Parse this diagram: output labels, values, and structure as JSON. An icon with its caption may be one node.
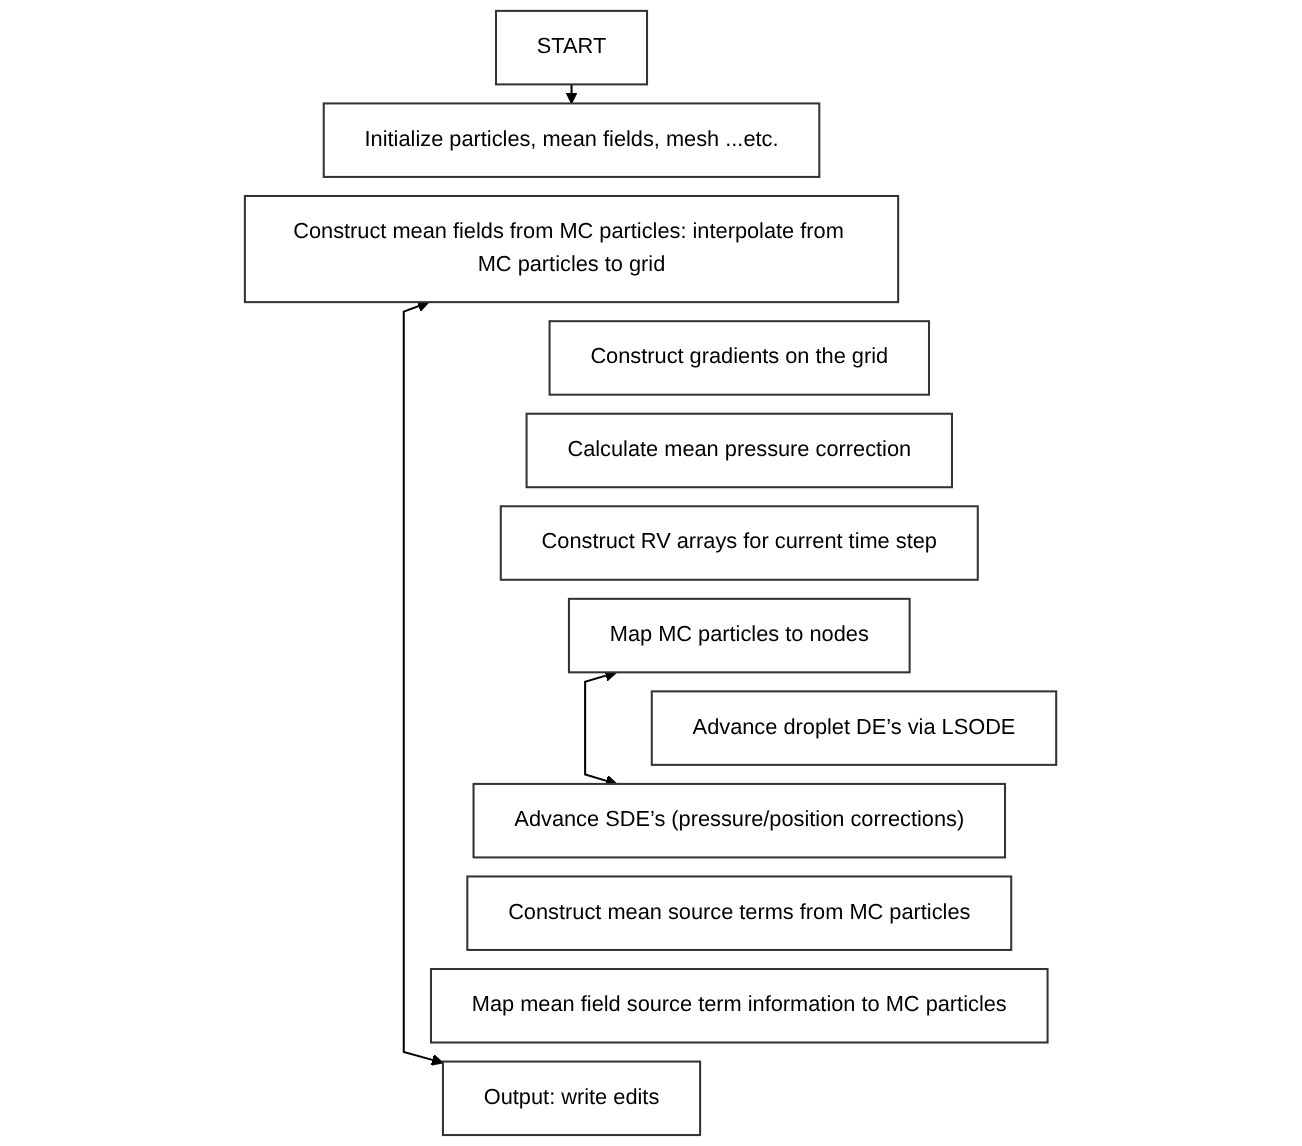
{
  "diagram": {
    "nodes": [
      {
        "text": [
          "START"
        ]
      },
      {
        "text": [
          "Initialize particles, mean fields, mesh ...etc."
        ]
      },
      {
        "text": [
          "Construct mean fields from MC particles: interpolate from MC particles to grid"
        ]
      },
      {
        "text": [
          "Construct gradients on the grid"
        ]
      },
      {
        "text": [
          "Calculate mean pressure correction"
        ]
      },
      {
        "text": [
          "Construct RV arrays for current time step"
        ]
      },
      {
        "text": [
          "Map MC particles to nodes"
        ]
      },
      {
        "text": [
          "Advance droplet DE’s via LSODE"
        ]
      },
      {
        "text": [
          "Advance SDE’s (pressure/position corrections)"
        ]
      },
      {
        "text": [
          "Construct mean source terms from MC particles"
        ]
      },
      {
        "text": [
          "Map mean field source term information to MC particles"
        ]
      },
      {
        "text": [
          "Output: write edits"
        ]
      }
    ],
    "edges": [
      {
        "from": 0,
        "to": 1,
        "arrow": "to"
      },
      {
        "from": 2,
        "to": 11,
        "arrow": "both"
      },
      {
        "from": 6,
        "to": 8,
        "arrow": "both"
      }
    ]
  }
}
